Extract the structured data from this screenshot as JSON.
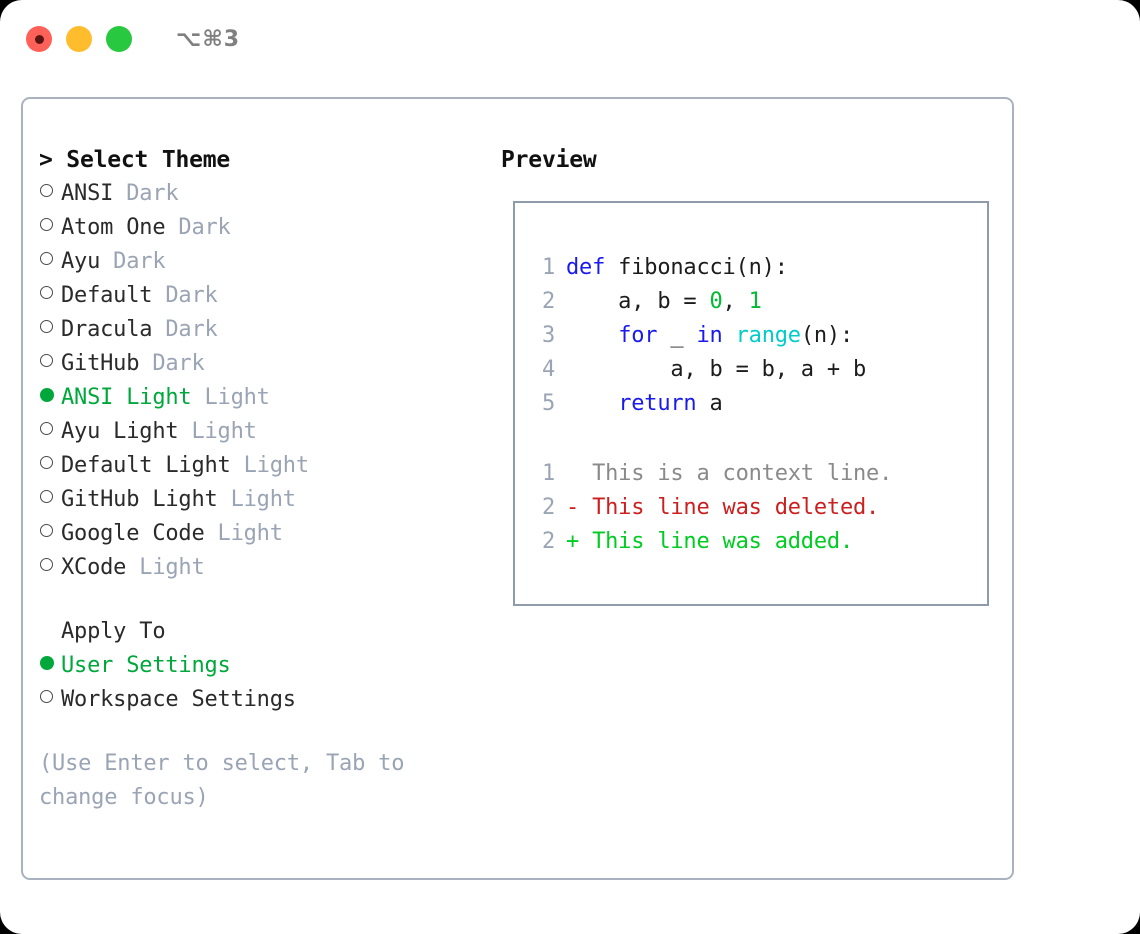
{
  "titlebar": {
    "shortcut": "⌥⌘3",
    "buttons": [
      {
        "name": "close",
        "color": "#ff6058"
      },
      {
        "name": "minimize",
        "color": "#ffbd2e"
      },
      {
        "name": "maximize",
        "color": "#28c840"
      }
    ]
  },
  "theme_panel": {
    "heading": "> Select Theme",
    "items": [
      {
        "bullet": "○",
        "label": "ANSI",
        "suffix": "Dark",
        "selected": false
      },
      {
        "bullet": "○",
        "label": "Atom One",
        "suffix": "Dark",
        "selected": false
      },
      {
        "bullet": "○",
        "label": "Ayu",
        "suffix": "Dark",
        "selected": false
      },
      {
        "bullet": "○",
        "label": "Default",
        "suffix": "Dark",
        "selected": false
      },
      {
        "bullet": "○",
        "label": "Dracula",
        "suffix": "Dark",
        "selected": false
      },
      {
        "bullet": "○",
        "label": "GitHub",
        "suffix": "Dark",
        "selected": false
      },
      {
        "bullet": "●",
        "label": "ANSI Light",
        "suffix": "Light",
        "selected": true
      },
      {
        "bullet": "○",
        "label": "Ayu Light",
        "suffix": "Light",
        "selected": false
      },
      {
        "bullet": "○",
        "label": "Default Light",
        "suffix": "Light",
        "selected": false
      },
      {
        "bullet": "○",
        "label": "GitHub Light",
        "suffix": "Light",
        "selected": false
      },
      {
        "bullet": "○",
        "label": "Google Code",
        "suffix": "Light",
        "selected": false
      },
      {
        "bullet": "○",
        "label": "XCode",
        "suffix": "Light",
        "selected": false
      }
    ]
  },
  "apply_to": {
    "heading": "Apply To",
    "options": [
      {
        "bullet": "●",
        "label": "User Settings",
        "selected": true
      },
      {
        "bullet": "○",
        "label": "Workspace Settings",
        "selected": false
      }
    ]
  },
  "hint": "(Use Enter to select, Tab to change focus)",
  "preview": {
    "heading": "Preview",
    "code_lines": [
      {
        "no": "1",
        "tokens": [
          {
            "t": "def",
            "c": "kw"
          },
          {
            "t": " fibonacci(n):",
            "c": "code-text"
          }
        ]
      },
      {
        "no": "2",
        "tokens": [
          {
            "t": "    a, b = ",
            "c": "code-text"
          },
          {
            "t": "0",
            "c": "num"
          },
          {
            "t": ", ",
            "c": "code-text"
          },
          {
            "t": "1",
            "c": "num"
          }
        ]
      },
      {
        "no": "3",
        "tokens": [
          {
            "t": "    ",
            "c": "code-text"
          },
          {
            "t": "for",
            "c": "kw"
          },
          {
            "t": " _ ",
            "c": "code-text"
          },
          {
            "t": "in",
            "c": "kw"
          },
          {
            "t": " ",
            "c": "code-text"
          },
          {
            "t": "range",
            "c": "fn"
          },
          {
            "t": "(n):",
            "c": "code-text"
          }
        ]
      },
      {
        "no": "4",
        "tokens": [
          {
            "t": "        a, b = b, a + b",
            "c": "code-text"
          }
        ]
      },
      {
        "no": "5",
        "tokens": [
          {
            "t": "    ",
            "c": "code-text"
          },
          {
            "t": "return",
            "c": "kw"
          },
          {
            "t": " a",
            "c": "code-text"
          }
        ]
      }
    ],
    "diff_lines": [
      {
        "no": "1",
        "marker": " ",
        "text": "  This is a context line.",
        "kind": "diff-ctx"
      },
      {
        "no": "2",
        "marker": "-",
        "text": "- This line was deleted.",
        "kind": "diff-del"
      },
      {
        "no": "2",
        "marker": "+",
        "text": "+ This line was added.",
        "kind": "diff-add"
      }
    ]
  },
  "colors": {
    "accent_green": "#00a83c",
    "muted": "#9aa4b4",
    "keyword_blue": "#1a1aee",
    "function_cyan": "#00cccc",
    "number_green": "#00bb33",
    "diff_delete_red": "#cc2020",
    "diff_add_green": "#00cc22",
    "panel_border": "#aab2bf",
    "preview_border": "#8f9bab"
  }
}
